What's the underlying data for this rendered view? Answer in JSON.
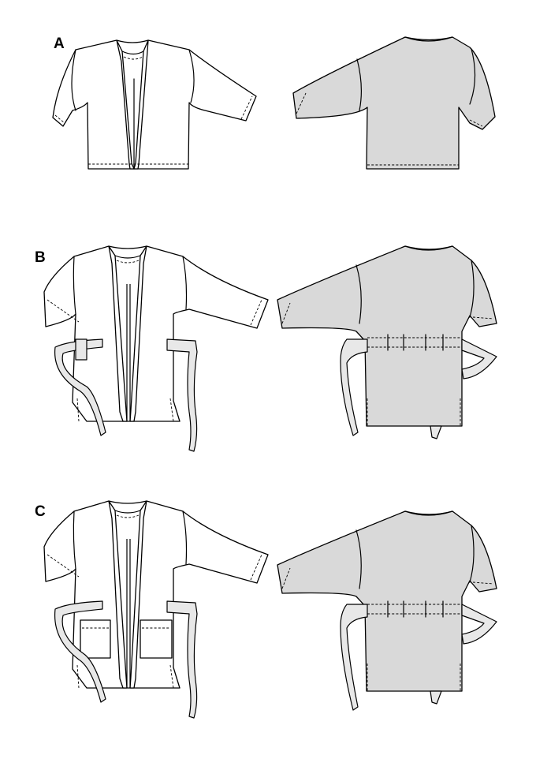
{
  "views": [
    {
      "label": "A"
    },
    {
      "label": "B"
    },
    {
      "label": "C"
    }
  ],
  "colors": {
    "outline": "#000000",
    "back_fill": "#d9d9d9",
    "front_fill": "#ffffff",
    "tie_fill": "#e8e8e8"
  }
}
